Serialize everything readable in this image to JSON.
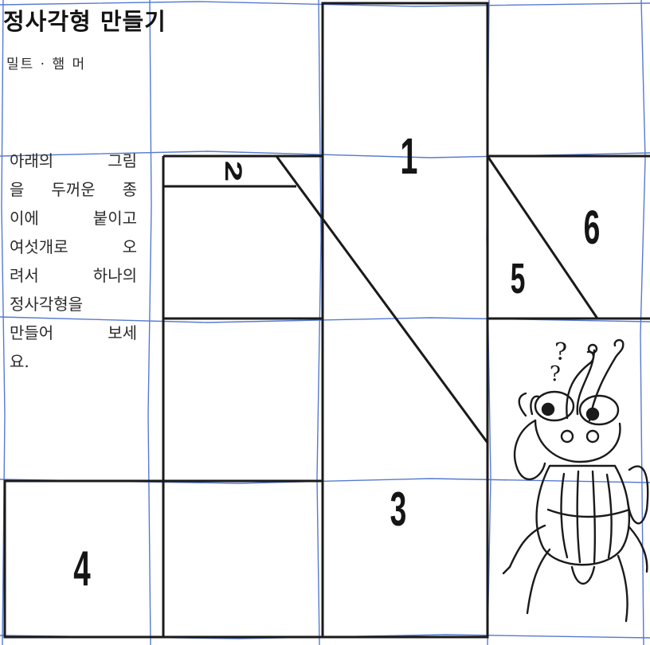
{
  "title": "정사각형 만들기",
  "author": "밀트 · 햄 머",
  "instruction_lines": [
    "아래의 그림",
    "을 두꺼운 종",
    "이에 붙이고",
    "여섯개로 오",
    "려서 하나의",
    "정사각형을",
    "만들어 보세",
    "요."
  ],
  "pieces": {
    "p1": "1",
    "p2": "2",
    "p3": "3",
    "p4": "4",
    "p5": "5",
    "p6": "6"
  },
  "mascot": {
    "icon": "bug-character-icon",
    "question_marks": [
      "?",
      "?"
    ]
  },
  "colors": {
    "puzzle_line": "#1a1a1a",
    "grid_line": "#3a63c8",
    "text": "#1b1b1b"
  }
}
